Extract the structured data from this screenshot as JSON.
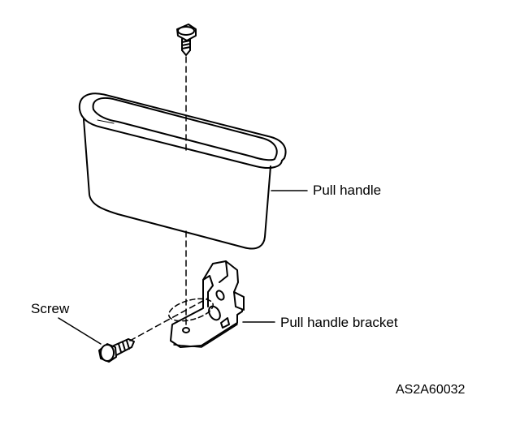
{
  "diagram": {
    "labels": {
      "pull_handle": "Pull handle",
      "pull_handle_bracket": "Pull handle bracket",
      "screw": "Screw"
    },
    "figure_code": "AS2A60032"
  }
}
